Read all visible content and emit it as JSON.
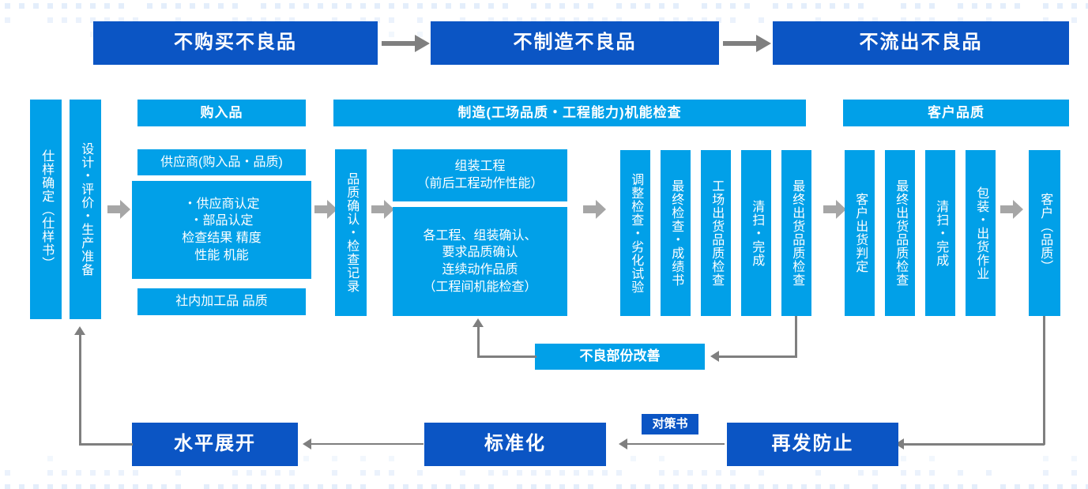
{
  "colors": {
    "dark_blue": "#0b55c4",
    "light_blue": "#01a0e8",
    "arrow_gray": "#7f7f7f",
    "block_arrow_gray": "#a6a6a6",
    "dot_blue": "#e4eefb",
    "background": "#ffffff"
  },
  "top_goals": [
    {
      "label": "不购买不良品"
    },
    {
      "label": "不制造不良品"
    },
    {
      "label": "不流出不良品"
    }
  ],
  "left_columns": [
    {
      "label": "仕样确定（仕样书）"
    },
    {
      "label": "设计・评价・生产准备"
    }
  ],
  "purchase_section": {
    "banner": "购入品",
    "supplier_box": "供应商(购入品・品质)",
    "detail_lines": [
      "・供应商认定",
      "・部品认定",
      "检查结果 精度",
      "性能  机能"
    ],
    "internal_box": "社内加工品    品质"
  },
  "quality_confirm_column": {
    "label": "品质确认・检查记录"
  },
  "manufacture_section": {
    "banner": "制造(工场品质・工程能力)机能检查",
    "assembly_box": [
      "组装工程",
      "（前后工程动作性能）"
    ],
    "process_box": [
      "各工程、组装确认、",
      "要求品质确认",
      "连续动作品质",
      "（工程间机能检查）"
    ],
    "columns": [
      {
        "label": "调整检查・劣化试验"
      },
      {
        "label": "最终检查・成绩书"
      },
      {
        "label": "工场出货品质检查"
      },
      {
        "label": "清扫・完成"
      },
      {
        "label": "最终出货品质检查"
      }
    ]
  },
  "customer_section": {
    "banner": "客户品质",
    "columns": [
      {
        "label": "客户出货判定"
      },
      {
        "label": "最终出货品质检查"
      },
      {
        "label": "清扫・完成"
      },
      {
        "label": "包装・出货作业"
      }
    ],
    "customer_column": {
      "label": "客户（品质）"
    }
  },
  "feedback": {
    "improve_box": "不良部份改善"
  },
  "bottom_row": [
    {
      "label": "水平展开"
    },
    {
      "label": "标准化"
    },
    {
      "label": "再发防止"
    }
  ],
  "countermeasure_tag": "对策书"
}
